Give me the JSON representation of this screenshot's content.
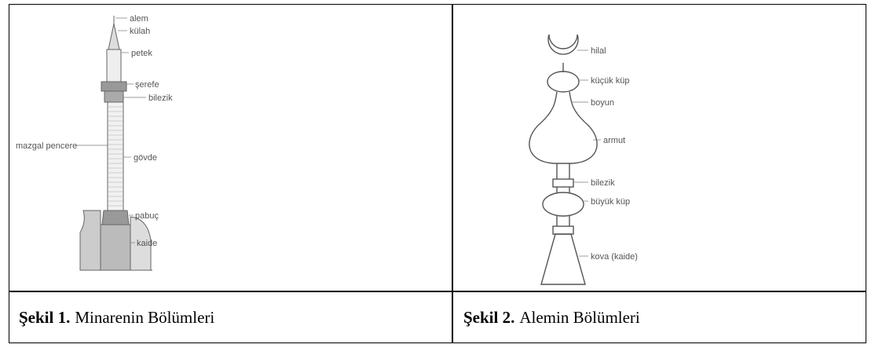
{
  "figure1": {
    "caption_label": "Şekil 1.",
    "caption_text": "Minarenin Bölümleri",
    "labels": {
      "alem": "alem",
      "kulah": "külah",
      "petek": "petek",
      "serefe": "şerefe",
      "bilezik": "bilezik",
      "mazgal": "mazgal pencere",
      "govde": "gövde",
      "pabuc": "pabuç",
      "kaide": "kaide"
    }
  },
  "figure2": {
    "caption_label": "Şekil 2.",
    "caption_text": "Alemin Bölümleri",
    "labels": {
      "hilal": "hilal",
      "kucuk_kup": "küçük küp",
      "boyun": "boyun",
      "armut": "armut",
      "bilezik": "bilezik",
      "buyuk_kup": "büyük küp",
      "kova": "kova (kaide)"
    }
  },
  "colors": {
    "line": "#000000",
    "drawing": "#666666",
    "label": "#555555"
  }
}
